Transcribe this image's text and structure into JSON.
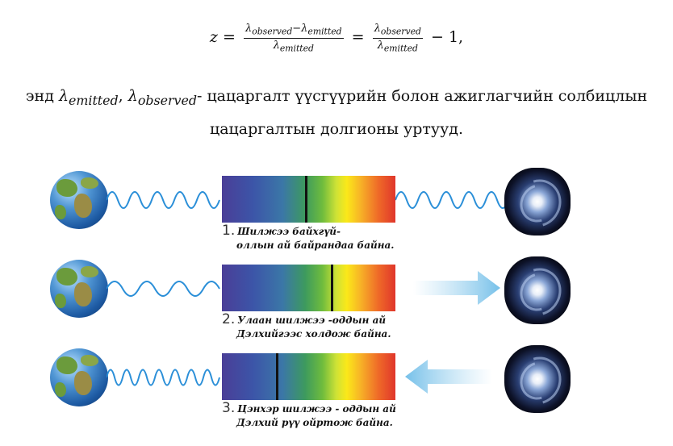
{
  "formula": {
    "lhs": "z",
    "frac1_num_a": "λ",
    "frac1_num_a_sub": "observed",
    "frac1_minus": "−",
    "frac1_num_b": "λ",
    "frac1_num_b_sub": "emitted",
    "frac1_den": "λ",
    "frac1_den_sub": "emitted",
    "frac2_num": "λ",
    "frac2_num_sub": "observed",
    "frac2_den": "λ",
    "frac2_den_sub": "emitted",
    "tail": "− 1,"
  },
  "description": {
    "prefix": "энд",
    "sym1": "λ",
    "sym1_sub": "emitted",
    "sep": ", ",
    "sym2": "λ",
    "sym2_sub": "observed",
    "line1_rest": "- цацаргалт үүсгүүрийн болон ажиглагчийн солбицлын",
    "line2": "цацаргалтын долгионы уртууд."
  },
  "cases": [
    {
      "number": "1.",
      "line1": "Шилжээ байхгүй-",
      "line2": "оллын ай байрандаа байна.",
      "line_position": 0.48,
      "motion": "none"
    },
    {
      "number": "2.",
      "line1": "Улаан шилжээ -оддын ай",
      "line2": "Дэлхийгээс холдож байна.",
      "line_position": 0.63,
      "motion": "away"
    },
    {
      "number": "3.",
      "line1": "Цэнхэр шилжээ - оддын ай",
      "line2": "Дэлхий рүү ойртож байна.",
      "line_position": 0.31,
      "motion": "toward"
    }
  ],
  "colors": {
    "wave": "#2b8fd8",
    "arrow": "#9fd3ef",
    "absorption_line": "#111111"
  }
}
